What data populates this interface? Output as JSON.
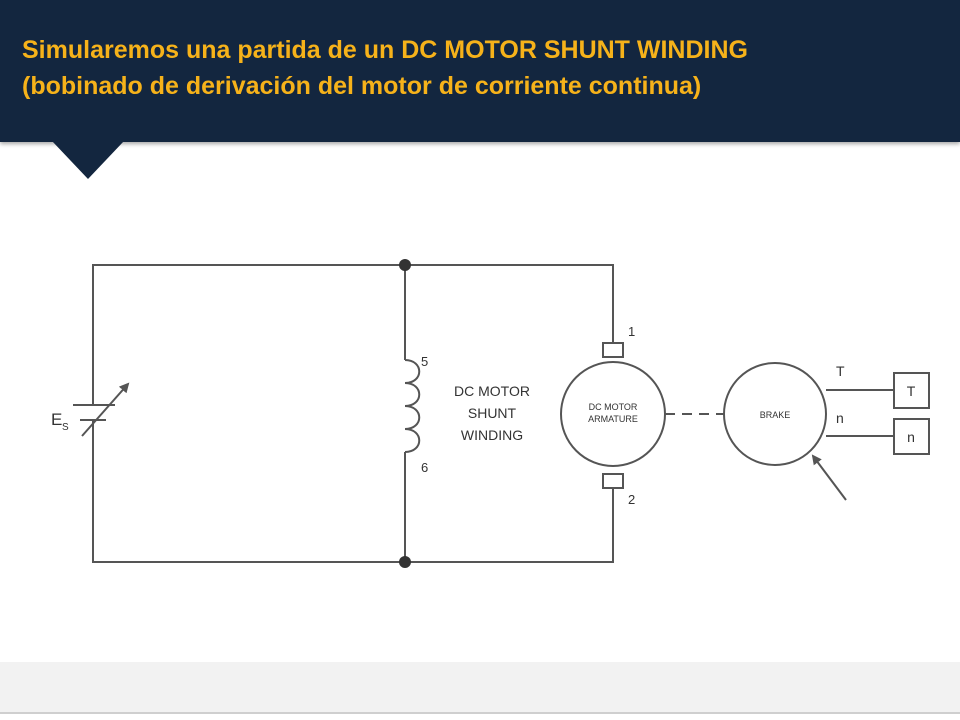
{
  "header": {
    "title_line1": "Simularemos una partida de un DC MOTOR SHUNT WINDING",
    "title_line2": "(bobinado de derivación del motor de corriente continua)"
  },
  "diagram": {
    "source": {
      "label": "E",
      "subscript": "S"
    },
    "shunt_winding": {
      "terminal_top": "5",
      "terminal_bottom": "6",
      "label_line1": "DC MOTOR",
      "label_line2": "SHUNT",
      "label_line3": "WINDING"
    },
    "armature": {
      "label_line1": "DC MOTOR",
      "label_line2": "ARMATURE",
      "terminal_top": "1",
      "terminal_bottom": "2"
    },
    "brake": {
      "label": "BRAKE"
    },
    "outputs": [
      {
        "wire_label": "T",
        "box_label": "T"
      },
      {
        "wire_label": "n",
        "box_label": "n"
      }
    ]
  },
  "colors": {
    "header_bg": "#13263f",
    "title_text": "#f6b21a",
    "line": "#555555"
  }
}
